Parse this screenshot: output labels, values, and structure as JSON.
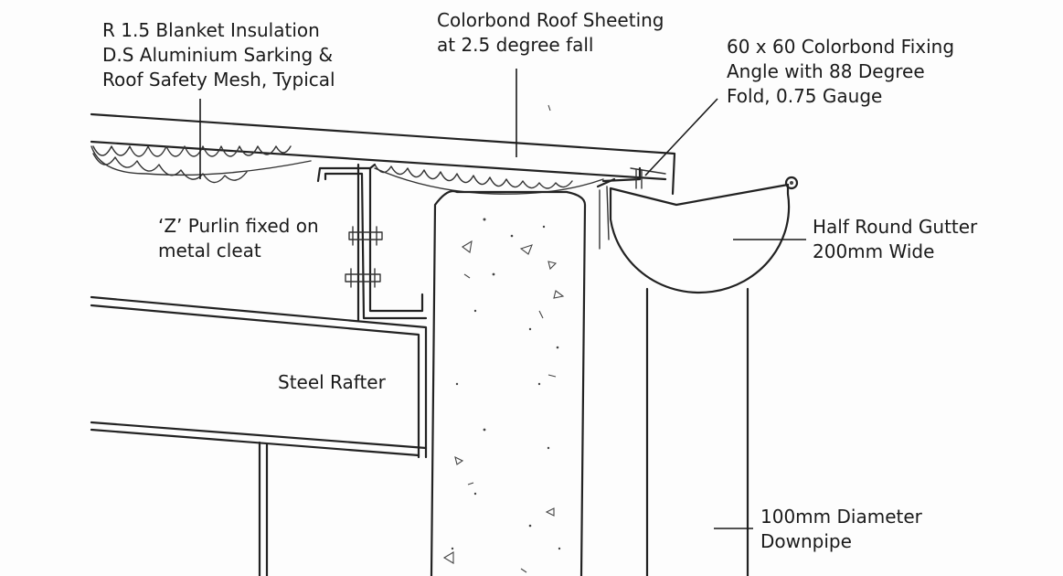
{
  "labels": {
    "insulation": [
      "R 1.5 Blanket Insulation",
      "D.S Aluminium Sarking &",
      "Roof Safety Mesh, Typical"
    ],
    "roof_sheeting": [
      "Colorbond Roof Sheeting",
      "at 2.5 degree fall"
    ],
    "fixing_angle": [
      "60 x 60 Colorbond Fixing",
      "Angle with 88 Degree",
      "Fold, 0.75 Gauge"
    ],
    "purlin": [
      "‘Z’ Purlin fixed on",
      "metal cleat"
    ],
    "gutter": [
      "Half Round Gutter",
      "200mm Wide"
    ],
    "rafter": [
      "Steel Rafter"
    ],
    "downpipe": [
      "100mm Diameter",
      "Downpipe"
    ]
  }
}
